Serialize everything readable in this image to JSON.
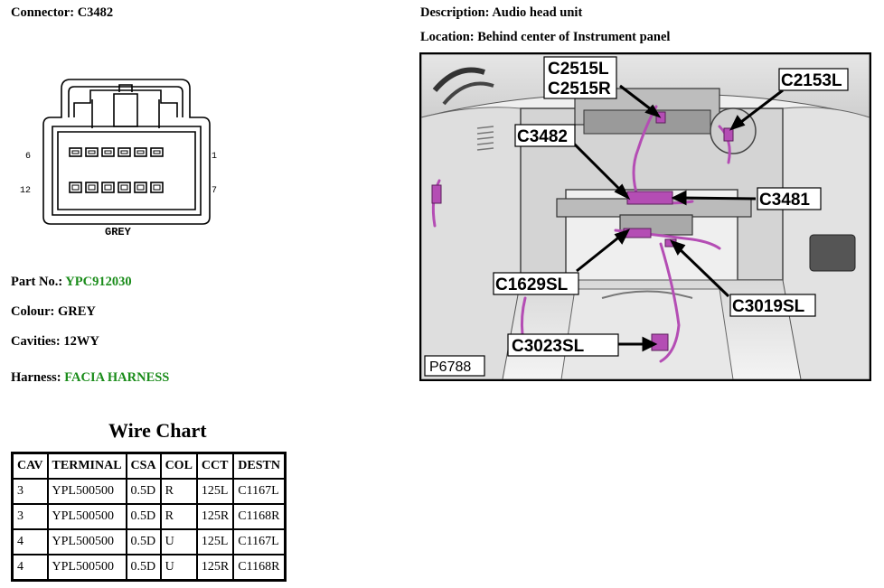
{
  "header": {
    "connector_label": "Connector: C3482",
    "description_label": "Description: Audio head unit",
    "location_label": "Location: Behind center of Instrument panel"
  },
  "connector_diagram": {
    "pin_top_left": "6",
    "pin_top_right": "1",
    "pin_bottom_left": "12",
    "pin_bottom_right": "7",
    "colour_caption": "GREY"
  },
  "details": {
    "part_no_label": "Part No.:",
    "part_no_value": "YPC912030",
    "colour_label": "Colour: GREY",
    "cavities_label": "Cavities: 12WY",
    "harness_label": "Harness:",
    "harness_value": "FACIA HARNESS"
  },
  "wire_chart": {
    "title": "Wire Chart",
    "columns": [
      "CAV",
      "TERMINAL",
      "CSA",
      "COL",
      "CCT",
      "DESTN"
    ],
    "rows": [
      [
        "3",
        "YPL500500",
        "0.5D",
        "R",
        "125L",
        "C1167L"
      ],
      [
        "3",
        "YPL500500",
        "0.5D",
        "R",
        "125R",
        "C1168R"
      ],
      [
        "4",
        "YPL500500",
        "0.5D",
        "U",
        "125L",
        "C1167L"
      ],
      [
        "4",
        "YPL500500",
        "0.5D",
        "U",
        "125R",
        "C1168R"
      ]
    ]
  },
  "location_photo": {
    "callouts": {
      "c2515l": "C2515L",
      "c2515r": "C2515R",
      "c2153l": "C2153L",
      "c3482": "C3482",
      "c3481": "C3481",
      "c1629sl": "C1629SL",
      "c3019sl": "C3019SL",
      "c3023sl": "C3023SL"
    },
    "figure_id": "P6788",
    "harness_color": "#b44db4"
  }
}
